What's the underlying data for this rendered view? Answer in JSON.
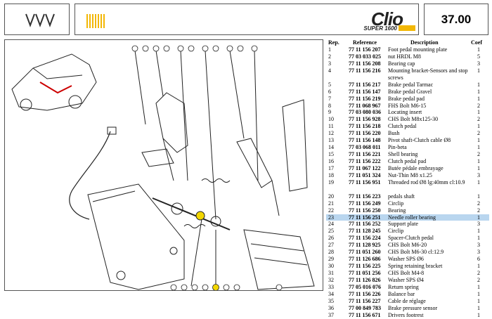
{
  "header": {
    "brand": "Clio",
    "brand_sub": "SUPER 1600",
    "page_number": "37.00"
  },
  "table": {
    "columns": {
      "rep": "Rep.",
      "reference": "Reference",
      "description": "Description",
      "coef": "Coef"
    },
    "rows": [
      {
        "rep": "1",
        "ref": "77 11 156 207",
        "desc": "Foot pedal mounting plate",
        "coef": "1"
      },
      {
        "rep": "2",
        "ref": "77 03 033 025",
        "desc": "nut HRDL M8",
        "coef": "5"
      },
      {
        "rep": "3",
        "ref": "77 11 156 208",
        "desc": "Bearing cap",
        "coef": "3"
      },
      {
        "rep": "4",
        "ref": "77 11 156 216",
        "desc": "Mounting bracket-Sensors and stop screws",
        "coef": "1"
      },
      {
        "rep": "5",
        "ref": "77 11 156 217",
        "desc": "Brake pedal Tarmac",
        "coef": "1"
      },
      {
        "rep": "6",
        "ref": "77 11 156 147",
        "desc": "Brake pedal Gravel",
        "coef": "1"
      },
      {
        "rep": "7",
        "ref": "77 11 156 219",
        "desc": "Brake pedal pad",
        "coef": "1"
      },
      {
        "rep": "8",
        "ref": "77 11 068 967",
        "desc": "FHS Bolt M6-15",
        "coef": "2"
      },
      {
        "rep": "9",
        "ref": "77 03 080 036",
        "desc": "Locating insert",
        "coef": "1"
      },
      {
        "rep": "10",
        "ref": "77 11 156 928",
        "desc": "CHS Bolt M8x125-30",
        "coef": "2"
      },
      {
        "rep": "11",
        "ref": "77 11 156 218",
        "desc": "Clutch pedal",
        "coef": "1"
      },
      {
        "rep": "12",
        "ref": "77 11 156 220",
        "desc": "Bush",
        "coef": "2"
      },
      {
        "rep": "13",
        "ref": "77 11 156 148",
        "desc": "Pivot shaft-Clutch cable Ø8",
        "coef": "1"
      },
      {
        "rep": "14",
        "ref": "77 03 068 011",
        "desc": "Pin-beta",
        "coef": "1"
      },
      {
        "rep": "15",
        "ref": "77 11 156 221",
        "desc": "Shell bearing",
        "coef": "2"
      },
      {
        "rep": "16",
        "ref": "77 11 156 222",
        "desc": "Clutch pedal pad",
        "coef": "1"
      },
      {
        "rep": "17",
        "ref": "77 11 067 122",
        "desc": "Butée pédale embrayage",
        "coef": "1"
      },
      {
        "rep": "18",
        "ref": "77 11 051 324",
        "desc": "Nut-Thin M8 x1.25",
        "coef": "3"
      },
      {
        "rep": "19",
        "ref": "77 11 156 951",
        "desc": "Threaded rod Ø8 lg:40mm cl:10.9",
        "coef": "1"
      },
      {
        "rep": "20",
        "ref": "77 11 156 223",
        "desc": "pedals shaft",
        "coef": "1"
      },
      {
        "rep": "21",
        "ref": "77 11 156 249",
        "desc": "Circlip",
        "coef": "2"
      },
      {
        "rep": "22",
        "ref": "77 11 156 250",
        "desc": "Bearing",
        "coef": "2"
      },
      {
        "rep": "23",
        "ref": "77 11 156 251",
        "desc": "Needle roller bearing",
        "coef": "1"
      },
      {
        "rep": "24",
        "ref": "77 11 156 252",
        "desc": "Support plate",
        "coef": "3"
      },
      {
        "rep": "25",
        "ref": "77 11 128 245",
        "desc": "Circlip",
        "coef": "1"
      },
      {
        "rep": "26",
        "ref": "77 11 156 224",
        "desc": "Spacer-Clutch pedal",
        "coef": "1"
      },
      {
        "rep": "27",
        "ref": "77 11 128 925",
        "desc": "CHS Bolt M6-20",
        "coef": "3"
      },
      {
        "rep": "28",
        "ref": "77 11 051 260",
        "desc": "CHS Bolt M6-30 cl:12.9",
        "coef": "3"
      },
      {
        "rep": "29",
        "ref": "77 11 126 686",
        "desc": "Washer SPS Ø6",
        "coef": "6"
      },
      {
        "rep": "30",
        "ref": "77 11 156 225",
        "desc": "Spring retaining bracket",
        "coef": "1"
      },
      {
        "rep": "31",
        "ref": "77 11 051 256",
        "desc": "CHS Bolt M4-8",
        "coef": "2"
      },
      {
        "rep": "32",
        "ref": "77 11 126 826",
        "desc": "Washer SPS Ø4",
        "coef": "2"
      },
      {
        "rep": "33",
        "ref": "77 05 016 076",
        "desc": "Return spring",
        "coef": "1"
      },
      {
        "rep": "34",
        "ref": "77 11 156 226",
        "desc": "Balance bar",
        "coef": "1"
      },
      {
        "rep": "35",
        "ref": "77 11 156 227",
        "desc": "Cable de réglage",
        "coef": "1"
      },
      {
        "rep": "36",
        "ref": "77 00 849 783",
        "desc": "Brake pressure sensor",
        "coef": "1"
      },
      {
        "rep": "37",
        "ref": "77 11 156 671",
        "desc": "Drivers footrest",
        "coef": "1"
      }
    ],
    "highlighted_rep": "23"
  },
  "colors": {
    "accent_yellow": "#f2b705",
    "highlight_row": "#b9d6ef"
  }
}
